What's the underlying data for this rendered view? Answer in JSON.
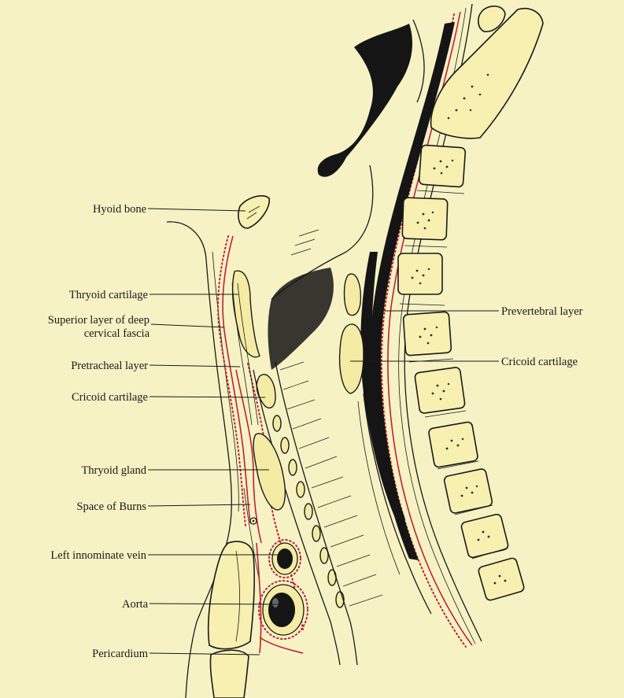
{
  "labels": {
    "hyoid_bone": "Hyoid bone",
    "thyroid_cartilage": "Thryoid cartilage",
    "superior_layer_line1": "Superior layer of deep",
    "superior_layer_line2": "cervical fascia",
    "pretracheal_layer": "Pretracheal layer",
    "cricoid_cartilage_left": "Cricoid cartilage",
    "thyroid_gland": "Thryoid gland",
    "space_of_burns": "Space of Burns",
    "left_innominate_vein": "Left innominate vein",
    "aorta": "Aorta",
    "pericardium": "Pericardium",
    "prevertebral_layer": "Prevertebral layer",
    "cricoid_cartilage_right": "Cricoid cartilage"
  },
  "colors": {
    "background": "#f6f2c4",
    "bone": "#f7f0b0",
    "fascia": "#c02038",
    "ink": "#1a1a1a"
  }
}
